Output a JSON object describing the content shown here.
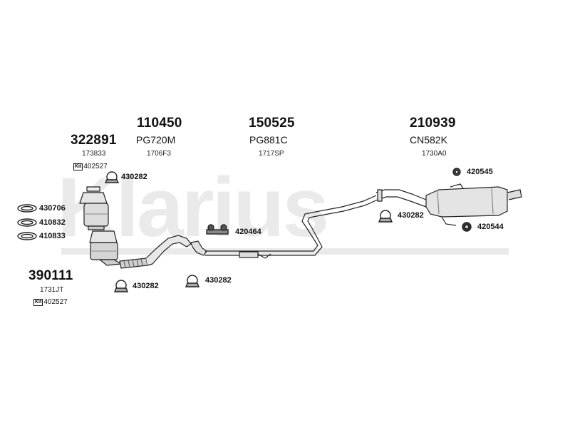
{
  "watermark": "Klarius",
  "assemblies": [
    {
      "id": "322891",
      "ref": "173833",
      "kit": "402527"
    },
    {
      "id": "110450",
      "code": "PG720M",
      "ref": "1706F3"
    },
    {
      "id": "150525",
      "code": "PG881C",
      "ref": "1717SP"
    },
    {
      "id": "210939",
      "code": "CN582K",
      "ref": "1730A0"
    },
    {
      "id": "390111",
      "ref": "1731JT",
      "kit": "402527"
    }
  ],
  "parts": {
    "clamp_a": "430282",
    "clamp_b": "430282",
    "clamp_c": "430282",
    "clamp_d": "430282",
    "gasket_1": "430706",
    "gasket_2": "410832",
    "gasket_3": "410833",
    "mount_rubber": "420464",
    "mount_top": "420545",
    "mount_bottom": "420544"
  },
  "kit_badge": "Kit"
}
